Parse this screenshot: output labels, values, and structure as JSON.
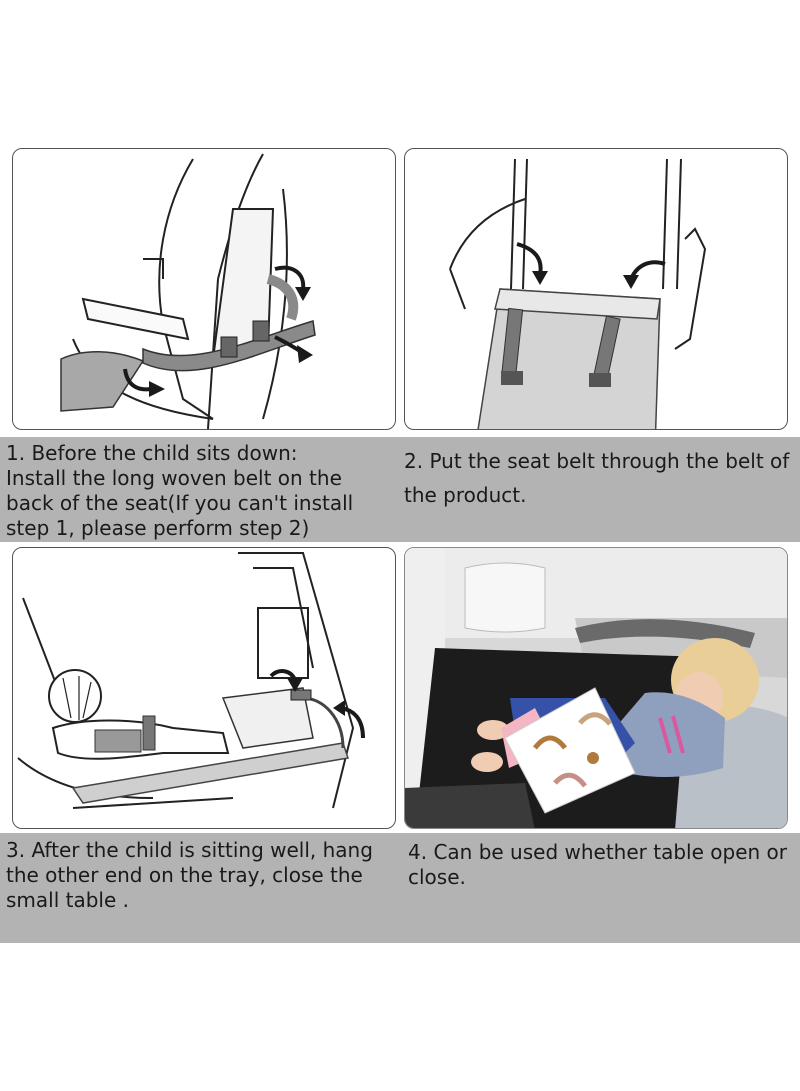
{
  "steps": [
    {
      "id": 1,
      "caption_lines": [
        "1. Before the child sits down:",
        "Install the long woven belt on the",
        "back of the seat(If you can't install",
        "step 1, please perform step 2)"
      ]
    },
    {
      "id": 2,
      "caption_lines": [
        "2. Put the seat belt through the belt of",
        "the product."
      ]
    },
    {
      "id": 3,
      "caption_lines": [
        "3. After the child is sitting well, hang",
        "the other end on the tray, close the",
        "small table ."
      ]
    },
    {
      "id": 4,
      "caption_lines": [
        "4. Can be used whether table open or",
        "close."
      ]
    }
  ],
  "colors": {
    "band": "#b3b3b3",
    "belt": "#8a8a8a",
    "arrow": "#1a1a1a",
    "hammock": "#1c1c1c"
  },
  "icons": [
    "curved-arrow-icon"
  ]
}
